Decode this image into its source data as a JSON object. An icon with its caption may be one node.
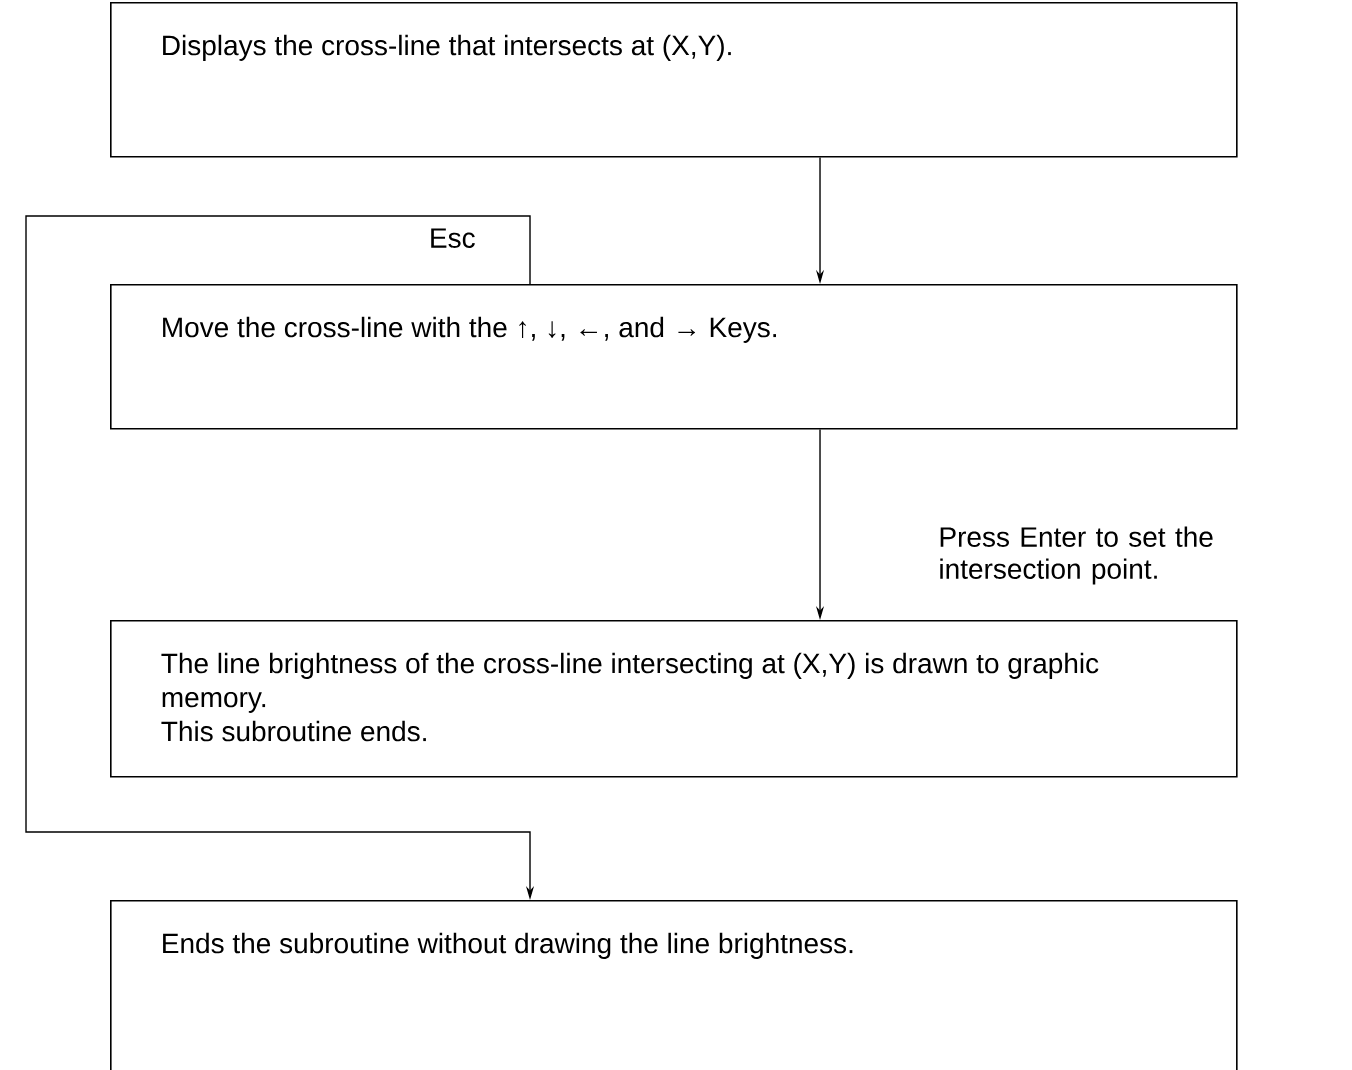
{
  "diagram": {
    "nodes": [
      {
        "text": [
          "Displays the cross-line that intersects at (X,Y)."
        ]
      },
      {
        "text": [
          "Move the cross-line with the ↑, ↓, ←, and → Keys."
        ]
      },
      {
        "text": [
          "The line brightness of the cross-line intersecting at (X,Y) is drawn to graphic memory.",
          "This subroutine ends."
        ]
      },
      {
        "text": [
          "Ends the subroutine without drawing the line brightness."
        ]
      }
    ],
    "edges": [
      {
        "from": 0,
        "to": 1,
        "arrow": "to"
      },
      {
        "from": 1,
        "to": 2,
        "arrow": "to",
        "label": "Press Enter to set the intersection point."
      },
      {
        "from": 1,
        "to": 3,
        "arrow": "to",
        "label": "Esc"
      }
    ]
  }
}
